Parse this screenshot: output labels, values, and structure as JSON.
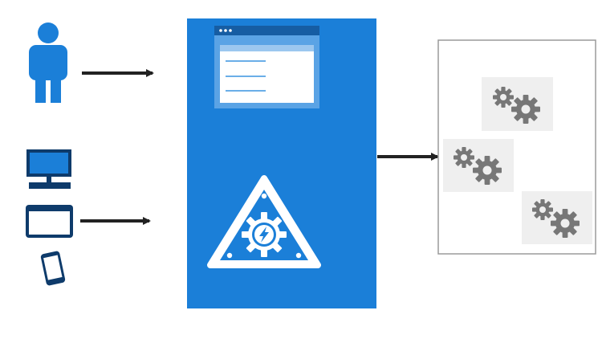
{
  "diagram": {
    "clients": {
      "user": {
        "icon": "person-icon"
      },
      "devices": [
        {
          "icon": "desktop-monitor-icon"
        },
        {
          "icon": "browser-window-icon"
        },
        {
          "icon": "smartphone-icon"
        }
      ]
    },
    "platform_panel": {
      "icon_top": "web-app-window-icon",
      "icon_bottom": "gear-lightning-triangle-icon"
    },
    "backend_box": {
      "items": [
        {
          "icon": "gears-icon"
        },
        {
          "icon": "gears-icon"
        },
        {
          "icon": "gears-icon"
        }
      ]
    },
    "arrows": [
      {
        "from": "user",
        "to": "platform_panel"
      },
      {
        "from": "devices",
        "to": "platform_panel"
      },
      {
        "from": "platform_panel",
        "to": "backend_box"
      }
    ],
    "colors": {
      "panel_blue": "#1b7fd8",
      "person_blue": "#1b7fd8",
      "device_navy": "#0e3b6b",
      "arrow": "#222222",
      "gear_gray": "#777777",
      "gear_tile_bg": "#efefef",
      "box_border": "#9a9a9a"
    }
  }
}
